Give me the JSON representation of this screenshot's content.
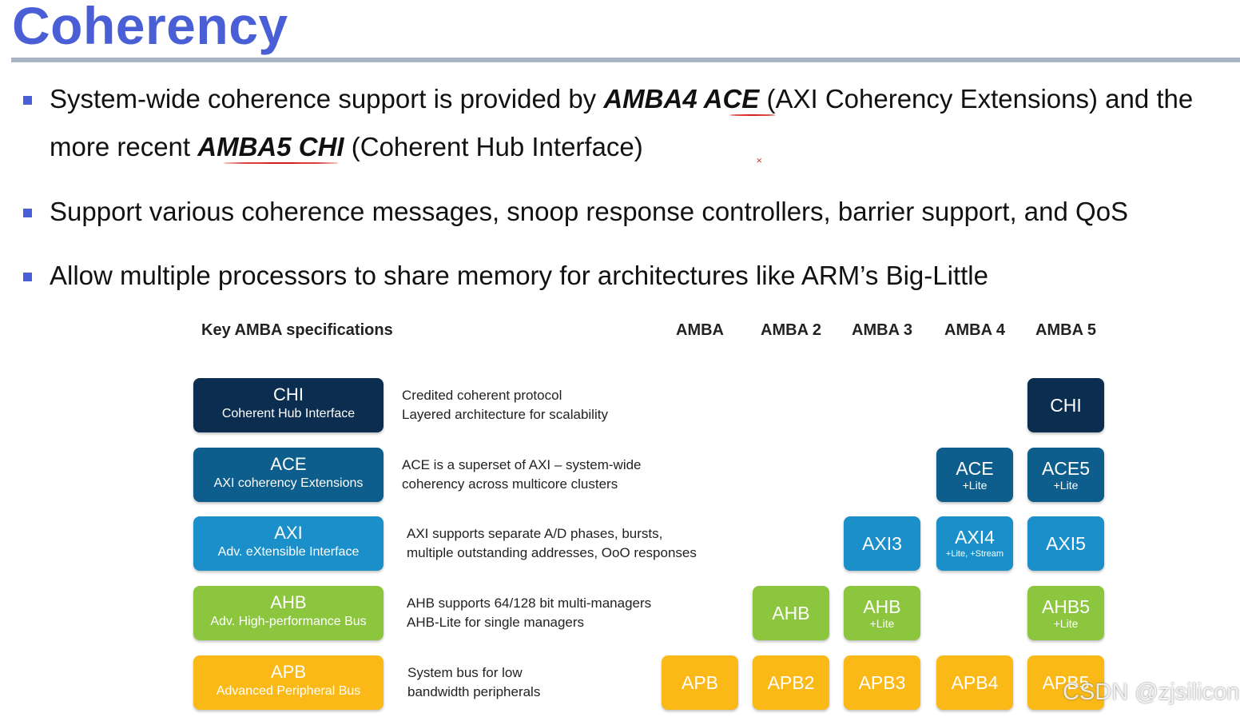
{
  "title": "Coherency",
  "bullets": [
    {
      "line1_pre": "System-wide coherence support is provided by ",
      "line1_em": "AMBA4 ACE",
      "line1_post": " (AXI Coherency Extensions) and the",
      "line2_pre": "more recent ",
      "line2_em": "AMBA5 CHI",
      "line2_post": " (Coherent Hub Interface)"
    },
    {
      "text": "Support various coherence messages, snoop response controllers, barrier support, and QoS"
    },
    {
      "text": "Allow multiple processors to share memory for architectures like ARM’s Big-Little"
    }
  ],
  "mark": "⨯",
  "diagram": {
    "heading": "Key AMBA specifications",
    "columns": [
      "AMBA",
      "AMBA 2",
      "AMBA 3",
      "AMBA 4",
      "AMBA 5"
    ],
    "specs": [
      {
        "name": "CHI",
        "full": "Coherent Hub Interface",
        "color": "#0b2d4f",
        "desc1": "Credited coherent protocol",
        "desc2": "Layered architecture for scalability",
        "cells": [
          null,
          null,
          null,
          null,
          {
            "main": "CHI",
            "sub": ""
          }
        ]
      },
      {
        "name": "ACE",
        "full": "AXI coherency Extensions",
        "color": "#0d5e8c",
        "desc1": "ACE is a superset of AXI – system-wide",
        "desc2": "coherency across multicore clusters",
        "cells": [
          null,
          null,
          null,
          {
            "main": "ACE",
            "sub": "+Lite"
          },
          {
            "main": "ACE5",
            "sub": "+Lite"
          }
        ]
      },
      {
        "name": "AXI",
        "full": "Adv. eXtensible Interface",
        "color": "#1a8fca",
        "desc1": "AXI supports separate A/D phases, bursts,",
        "desc2": "multiple outstanding addresses, OoO responses",
        "cells": [
          null,
          null,
          {
            "main": "AXI3",
            "sub": ""
          },
          {
            "main": "AXI4",
            "sub": "+Lite, +Stream"
          },
          {
            "main": "AXI5",
            "sub": ""
          }
        ]
      },
      {
        "name": "AHB",
        "full": "Adv. High-performance Bus",
        "color": "#8cc63f",
        "desc1": "AHB supports 64/128 bit multi-managers",
        "desc2": "AHB-Lite for single managers",
        "cells": [
          null,
          {
            "main": "AHB",
            "sub": ""
          },
          {
            "main": "AHB",
            "sub": "+Lite"
          },
          null,
          {
            "main": "AHB5",
            "sub": "+Lite"
          }
        ]
      },
      {
        "name": "APB",
        "full": "Advanced Peripheral Bus",
        "color": "#fbb917",
        "desc1": "System bus for low",
        "desc2": "bandwidth peripherals",
        "cells": [
          {
            "main": "APB",
            "sub": ""
          },
          {
            "main": "APB2",
            "sub": ""
          },
          {
            "main": "APB3",
            "sub": ""
          },
          {
            "main": "APB4",
            "sub": ""
          },
          {
            "main": "APB5",
            "sub": ""
          }
        ]
      }
    ]
  },
  "watermark": "CSDN @zjsilicon",
  "colors": {
    "title": "#4a5fd6",
    "underline": "#d62020"
  }
}
